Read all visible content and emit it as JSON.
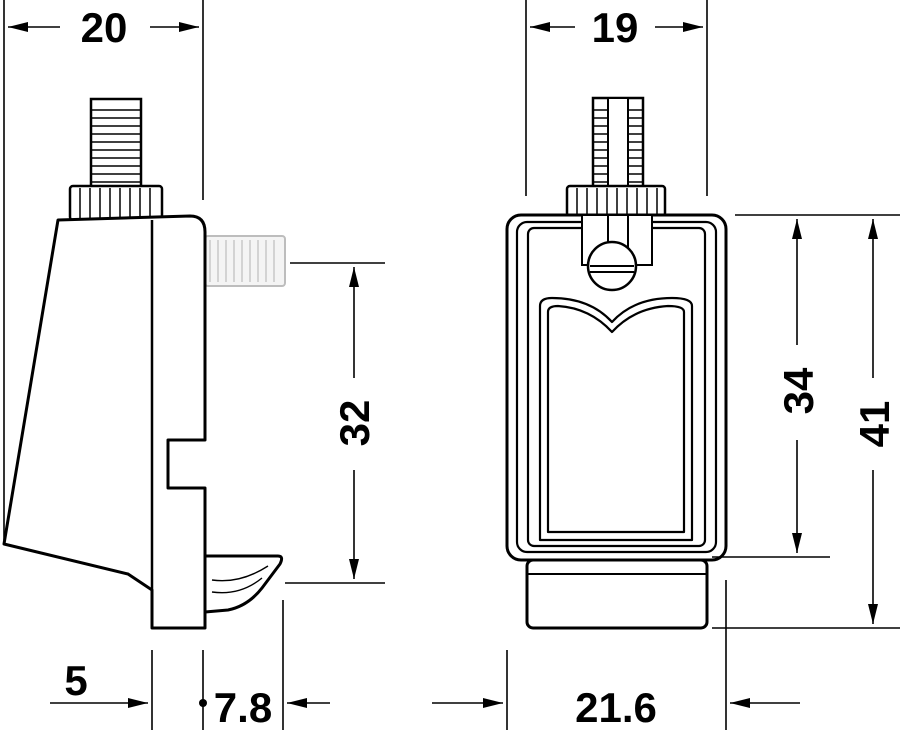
{
  "dimensions": {
    "side_width": "20",
    "front_width_top": "19",
    "side_height": "32",
    "front_height_inner": "34",
    "front_height_total": "41",
    "side_offset": "5",
    "side_depth": "7.8",
    "front_width_bottom": "21.6"
  }
}
